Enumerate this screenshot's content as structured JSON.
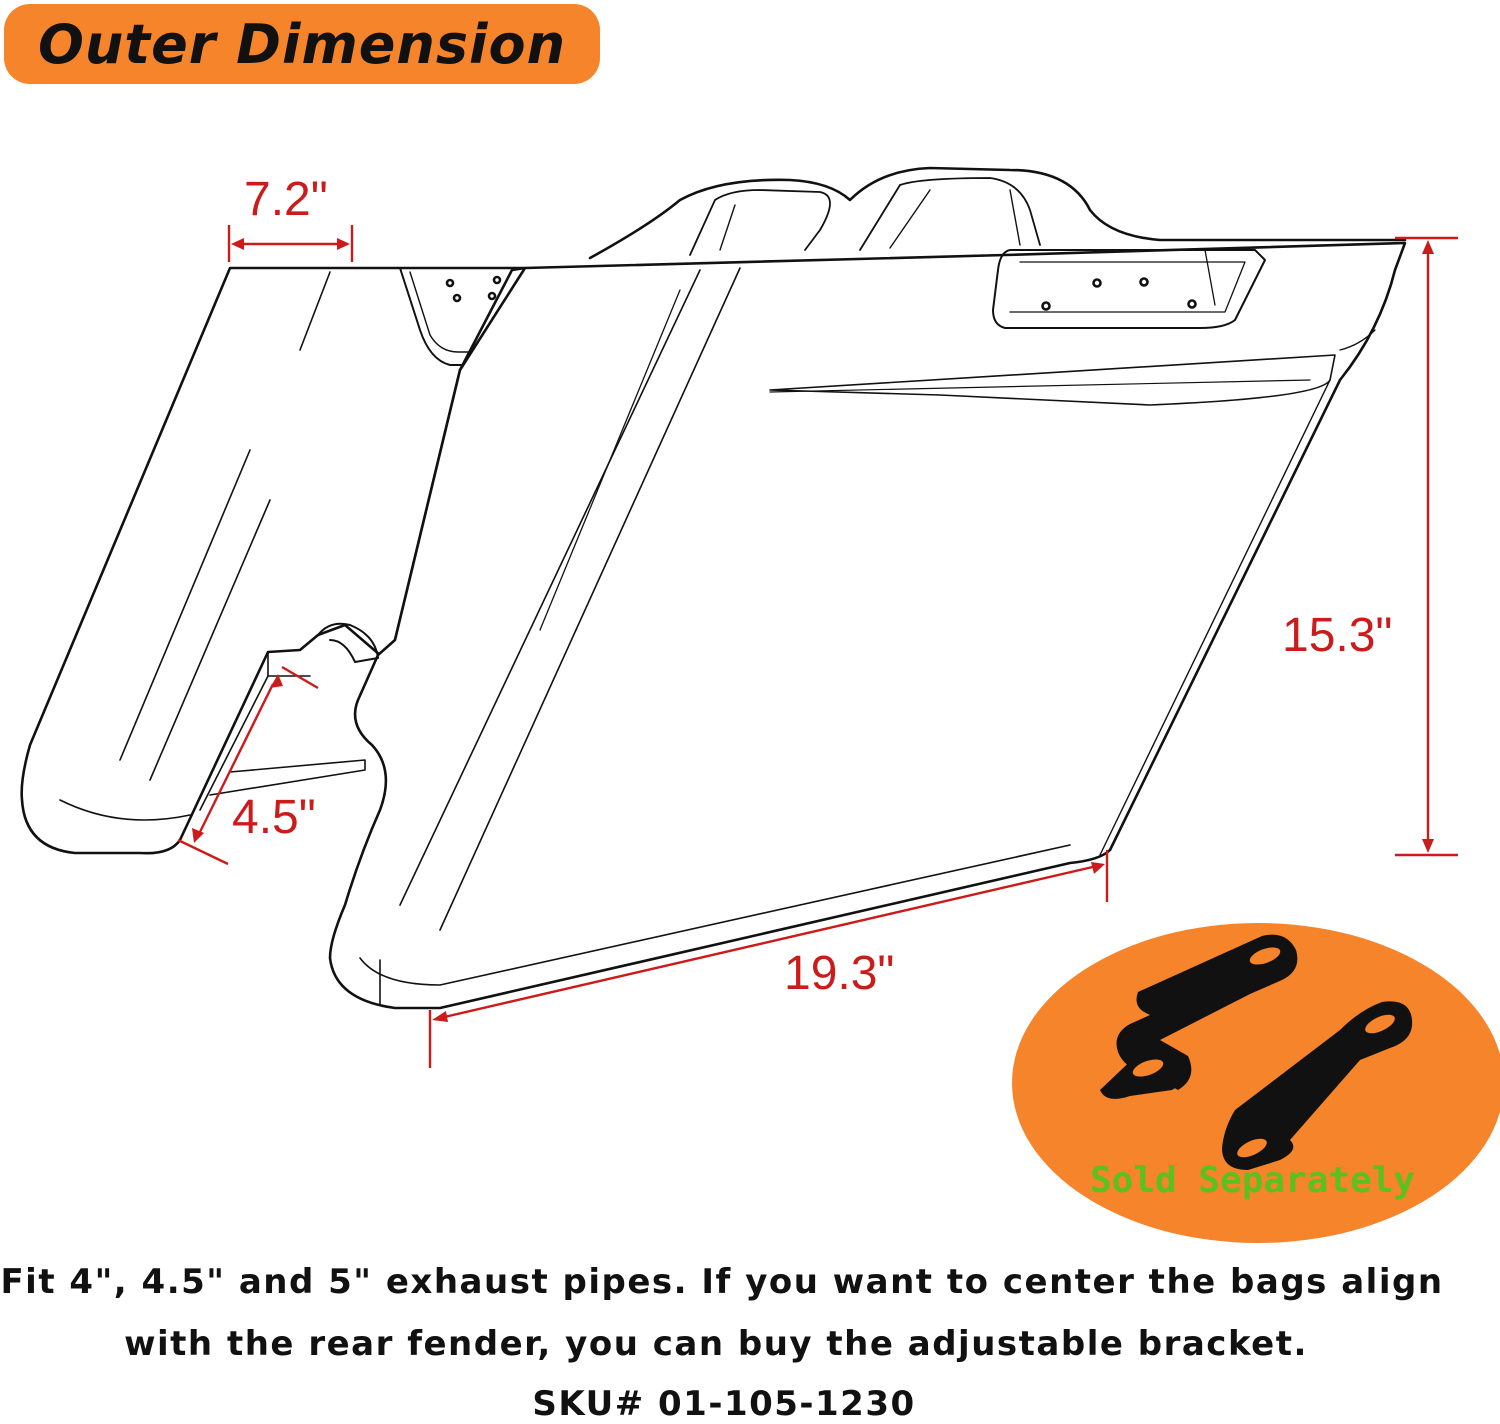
{
  "title": "Outer Dimension",
  "dimensions": {
    "top_width": "7.2\"",
    "height": "15.3\"",
    "cutout": "4.5\"",
    "length": "19.3\""
  },
  "accessory": {
    "note": "Sold Separately",
    "icon": "bracket-icon"
  },
  "footer": {
    "line1": "Fit 4\", 4.5\" and 5\" exhaust pipes. If you want to center the bags align",
    "line2": "with the rear fender, you can buy the adjustable bracket.",
    "sku": "SKU# 01-105-1230"
  },
  "colors": {
    "accent_orange": "#f5842a",
    "dimension_red": "#cc1b1b",
    "note_green": "#5cc11e"
  }
}
